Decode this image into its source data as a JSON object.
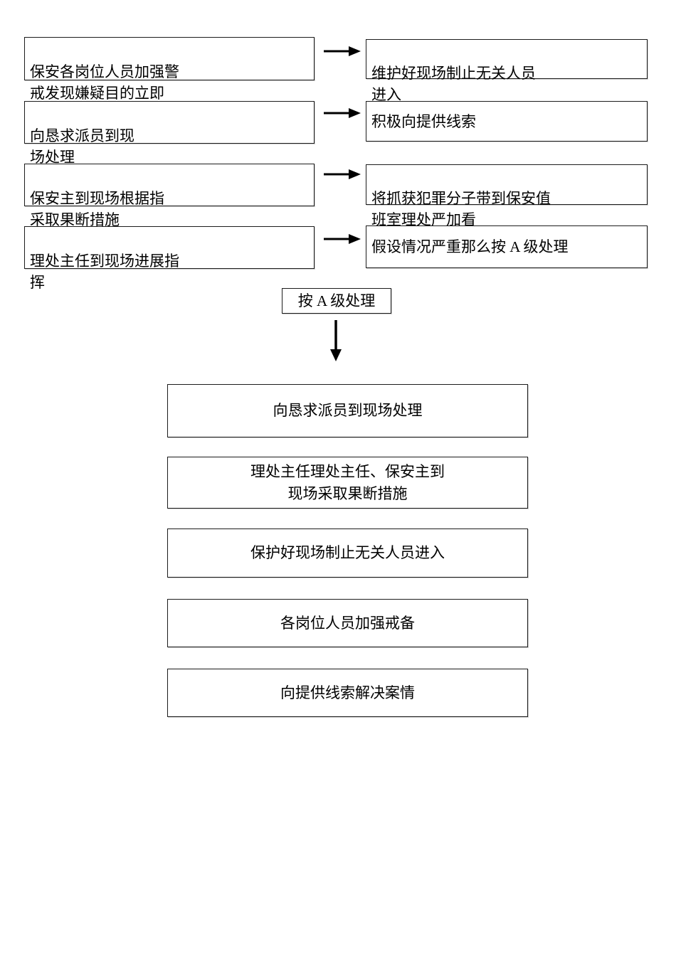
{
  "flow_rows": [
    {
      "left": "保安各岗位人员加强警\n戒发现嫌疑目的立即",
      "right": "维护好现场制止无关人员\n进入"
    },
    {
      "left": "向恳求派员到现\n场处理",
      "right": "积极向提供线索"
    },
    {
      "left": "保安主到现场根据指\n采取果断措施",
      "right": "将抓获犯罪分子带到保安值\n班室理处严加看"
    },
    {
      "left": "理处主任到现场进展指\n挥",
      "right": "假设情况严重那么按 A 级处理"
    }
  ],
  "level_box": {
    "label": "按 A 级处理"
  },
  "sequence_boxes": [
    {
      "label": "向恳求派员到现场处理"
    },
    {
      "label": "理处主任理处主任、保安主到\n现场采取果断措施"
    },
    {
      "label": "保护好现场制止无关人员进入"
    },
    {
      "label": "各岗位人员加强戒备"
    },
    {
      "label": "向提供线索解决案情"
    }
  ],
  "colors": {
    "line": "#000000",
    "border": "#1c1c1c",
    "background": "#ffffff"
  }
}
